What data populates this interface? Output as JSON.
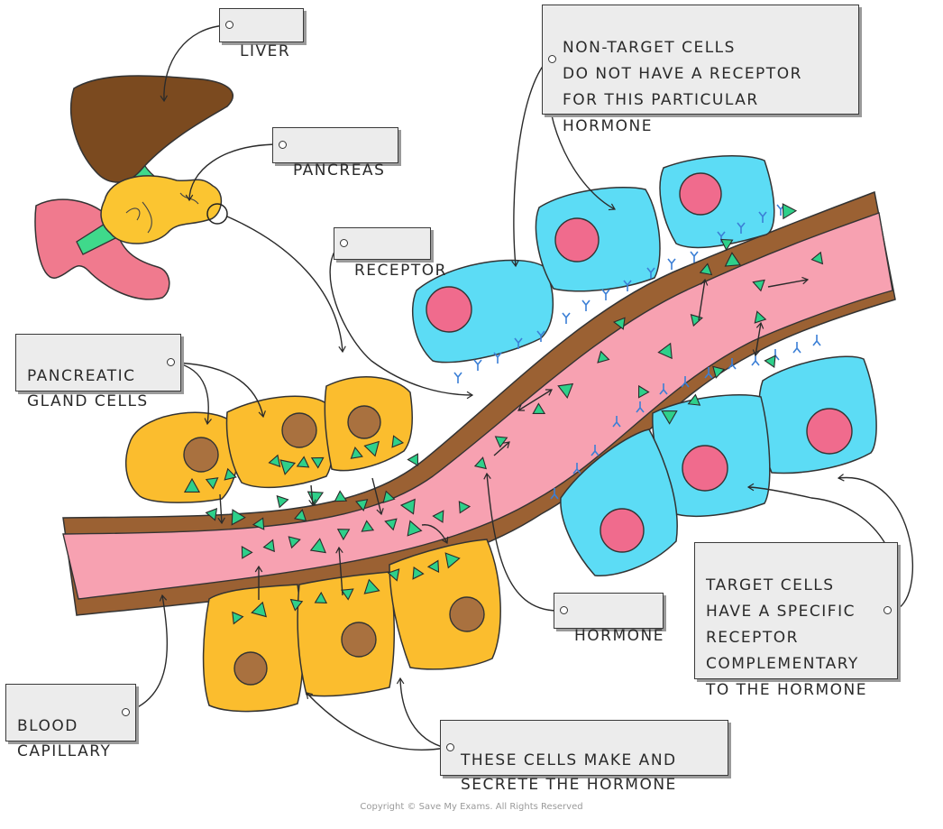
{
  "labels": {
    "liver": "LIVER",
    "pancreas": "PANCREAS",
    "receptor": "RECEPTOR",
    "pancreatic_gland_cells": "PANCREATIC\nGLAND  CELLS",
    "non_target_cells": "NON-TARGET  CELLS\nDO  NOT  HAVE  A  RECEPTOR\nFOR  THIS  PARTICULAR\nHORMONE",
    "hormone": "HORMONE",
    "target_cells": "TARGET  CELLS\nHAVE  A  SPECIFIC\nRECEPTOR\nCOMPLEMENTARY\nTO  THE  HORMONE",
    "blood_capillary": "BLOOD\nCAPILLARY",
    "secrete": "THESE  CELLS  MAKE  AND\nSECRETE  THE  HORMONE"
  },
  "copyright": "Copyright © Save My Exams. All Rights Reserved",
  "colors": {
    "liver": "#7b4a1f",
    "bile_duct": "#3fd98b",
    "duodenum": "#f07a8e",
    "pancreas": "#fbc531",
    "gland_cell": "#fbbd2e",
    "gland_nucleus": "#a9713f",
    "vessel_wall": "#9b6133",
    "blood": "#f7a1b1",
    "target_cell": "#5cdcf5",
    "target_nucleus": "#f06b8d",
    "receptor": "#3b7fd6",
    "hormone": "#2ed08a"
  }
}
